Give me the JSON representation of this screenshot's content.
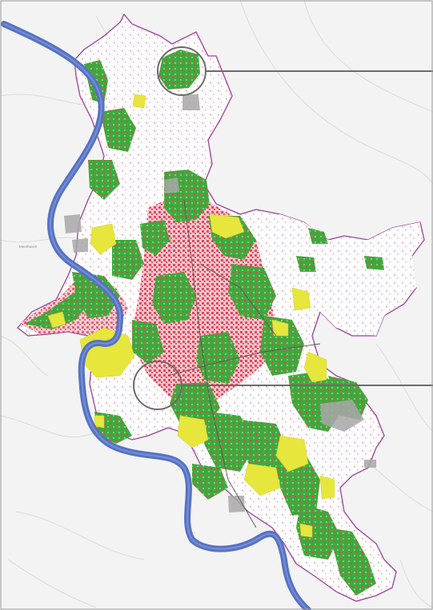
{
  "map": {
    "place_labels": {
      "west_town": "Meerbusch"
    },
    "legend_colors": {
      "green_space": "#3daa3d",
      "built_area": "#e8455a",
      "open_land": "#e6e63c",
      "river": "#5672c4",
      "boundary": "#9b3f9b",
      "basemap_roads": "#cfcfcf",
      "industrial": "#a8a8a8"
    },
    "callouts": [
      {
        "id": "north",
        "shape": "circle"
      },
      {
        "id": "center",
        "shape": "circle"
      }
    ]
  }
}
